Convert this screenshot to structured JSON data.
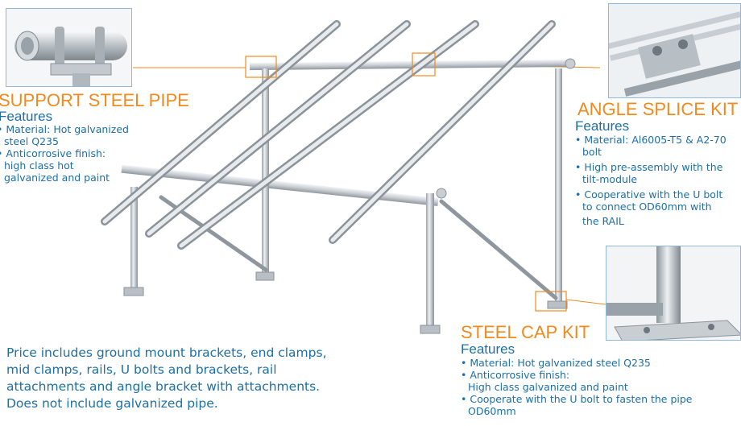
{
  "support_pipe": {
    "title": "SUPPORT STEEL PIPE",
    "features_heading": "Features",
    "lines": [
      "• Material: Hot galvanized",
      "steel Q235",
      "• Anticorrosive finish:",
      "high class hot",
      "galvanized and paint"
    ],
    "photo_icon": "pipe-clamp-photo"
  },
  "angle_splice": {
    "title": "ANGLE SPLICE KIT",
    "features_heading": "Features",
    "lines": [
      "• Material: Al6005-T5 & A2-70",
      "bolt",
      "• High pre-assembly with the",
      "tilt-module",
      "• Cooperative with the U bolt",
      "to connect   OD60mm with",
      "the RAIL"
    ],
    "photo_icon": "splice-rail-photo"
  },
  "steel_cap": {
    "title": "STEEL CAP KIT",
    "features_heading": "Features",
    "lines": [
      "• Material: Hot galvanized steel Q235",
      "• Anticorrosive finish:",
      "High class galvanized and paint",
      "• Cooperate with the U bolt to fasten the pipe",
      "OD60mm"
    ],
    "photo_icon": "base-plate-photo"
  },
  "price_note": {
    "lines": [
      "Price includes ground mount brackets, end clamps,",
      "mid clamps, rails, U bolts and brackets, rail",
      "attachments and angle bracket with attachments.",
      "Does not include galvanized pipe."
    ]
  },
  "colors": {
    "accent_orange": "#f08a1c",
    "text_blue": "#1d6fa5",
    "steel_light": "#e6e9ec",
    "steel_dark": "#8f979e"
  }
}
